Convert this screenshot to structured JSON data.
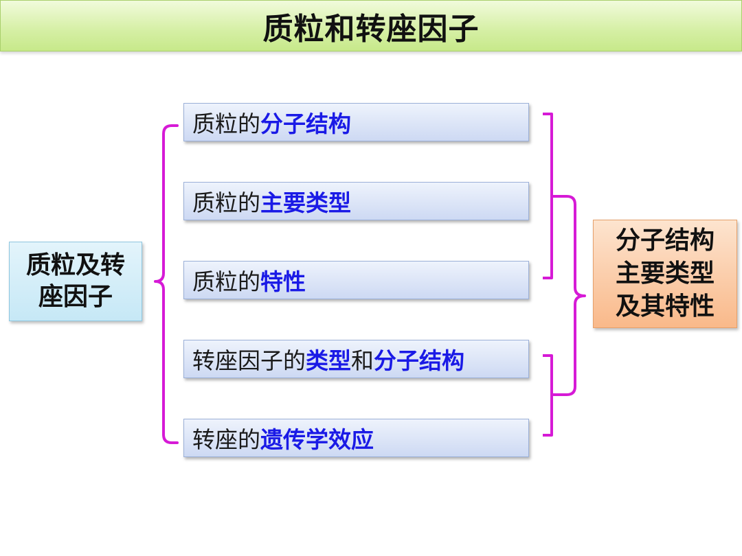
{
  "title": "质粒和转座因子",
  "left_box": {
    "line1": "质粒及转",
    "line2": "座因子"
  },
  "items": [
    {
      "segments": [
        {
          "text": "质粒的",
          "highlight": false
        },
        {
          "text": "分子结构",
          "highlight": true
        }
      ]
    },
    {
      "segments": [
        {
          "text": "质粒的",
          "highlight": false
        },
        {
          "text": "主要类型",
          "highlight": true
        }
      ]
    },
    {
      "segments": [
        {
          "text": "质粒的",
          "highlight": false
        },
        {
          "text": "特性",
          "highlight": true
        }
      ]
    },
    {
      "segments": [
        {
          "text": "转座因子的",
          "highlight": false
        },
        {
          "text": "类型",
          "highlight": true
        },
        {
          "text": "和",
          "highlight": false
        },
        {
          "text": "分子结构",
          "highlight": true
        }
      ]
    },
    {
      "segments": [
        {
          "text": "转座的",
          "highlight": false
        },
        {
          "text": "遗传学效应",
          "highlight": true
        }
      ]
    }
  ],
  "right_box": {
    "line1": "分子结构",
    "line2": "主要类型",
    "line3": "及其特性"
  },
  "colors": {
    "bracket": "#d61ad6",
    "highlight_text": "#1a1ae6",
    "title_bar": "#d5efa4"
  }
}
